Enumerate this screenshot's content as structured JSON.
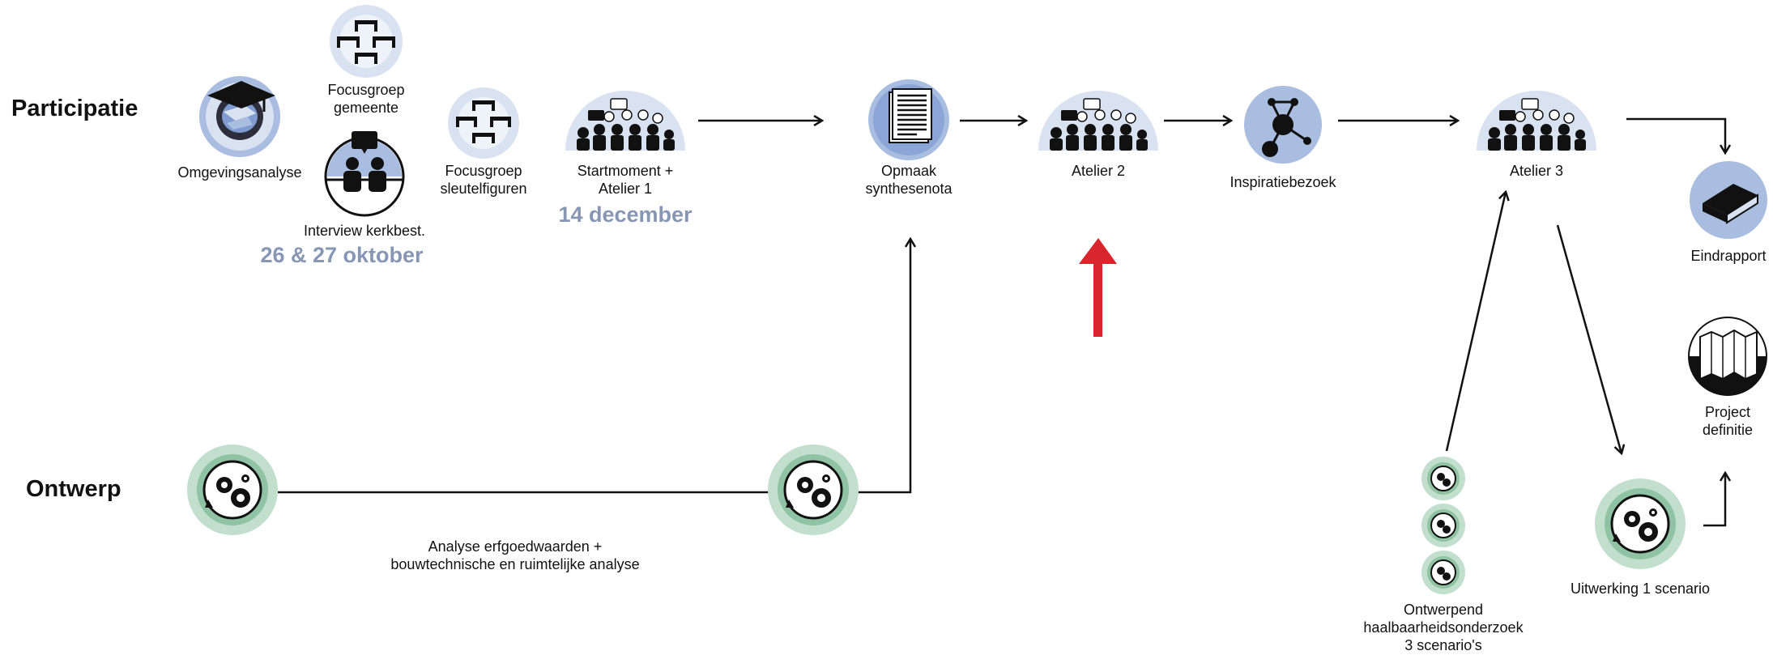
{
  "lanes": {
    "participatie": "Participatie",
    "ontwerp": "Ontwerp"
  },
  "nodes": {
    "omgevingsanalyse": "Omgevingsanalyse",
    "focusgroep_gemeente_1": "Focusgroep",
    "focusgroep_gemeente_2": "gemeente",
    "interview": "Interview kerkbest.",
    "focusgroep_sleutel_1": "Focusgroep",
    "focusgroep_sleutel_2": "sleutelfiguren",
    "startmoment_1": "Startmoment +",
    "startmoment_2": "Atelier 1",
    "opmaak_1": "Opmaak",
    "opmaak_2": "synthesenota",
    "atelier2": "Atelier 2",
    "inspiratiebezoek": "Inspiratiebezoek",
    "atelier3": "Atelier 3",
    "eindrapport": "Eindrapport",
    "project_1": "Project",
    "project_2": "definitie",
    "analyse_1": "Analyse erfgoedwaarden +",
    "analyse_2": "bouwtechnische en ruimtelijke analyse",
    "ontwerpend_1": "Ontwerpend",
    "ontwerpend_2": "haalbaarheidsonderzoek",
    "ontwerpend_3": "3 scenario's",
    "uitwerking": "Uitwerking 1 scenario"
  },
  "dates": {
    "oktober": "26 & 27 oktober",
    "december": "14 december"
  },
  "colors": {
    "blue_light": "#d9e2f1",
    "blue_mid": "#a8bde0",
    "blue_dark": "#7f9bd0",
    "green_light": "#c2dfcd",
    "green_mid": "#8fc3a4",
    "accent_red": "#d8262c",
    "date_blue": "#8796b3"
  }
}
